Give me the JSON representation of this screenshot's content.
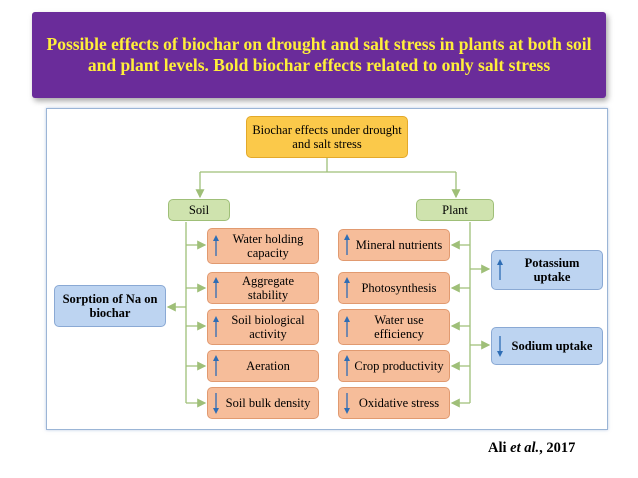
{
  "title": "Possible effects of biochar on drought and salt stress in plants at both soil and plant levels. Bold biochar effects related to only salt stress",
  "root": "Biochar effects under drought and salt stress",
  "branches": {
    "soil": "Soil",
    "plant": "Plant"
  },
  "soil_items": [
    {
      "label": "Water holding capacity",
      "direction": "up"
    },
    {
      "label": "Aggregate stability",
      "direction": "up"
    },
    {
      "label": "Soil biological activity",
      "direction": "up"
    },
    {
      "label": "Aeration",
      "direction": "up"
    },
    {
      "label": "Soil bulk density",
      "direction": "down"
    }
  ],
  "plant_items": [
    {
      "label": "Mineral nutrients",
      "direction": "up"
    },
    {
      "label": "Photosynthesis",
      "direction": "up"
    },
    {
      "label": "Water use efficiency",
      "direction": "up"
    },
    {
      "label": "Crop productivity",
      "direction": "up"
    },
    {
      "label": "Oxidative stress",
      "direction": "down"
    }
  ],
  "salt_soil": "Sorption of Na on biochar",
  "salt_plant": [
    {
      "label": "Potassium uptake",
      "direction": "up"
    },
    {
      "label": "Sodium uptake",
      "direction": "down"
    }
  ],
  "citation": {
    "authors": "Ali",
    "etal": "et al.",
    "year": ", 2017"
  },
  "colors": {
    "banner": "#6a2c9a",
    "banner_text": "#ffef3a",
    "connector": "#9fbf78",
    "arrow": "#2e6db5"
  }
}
